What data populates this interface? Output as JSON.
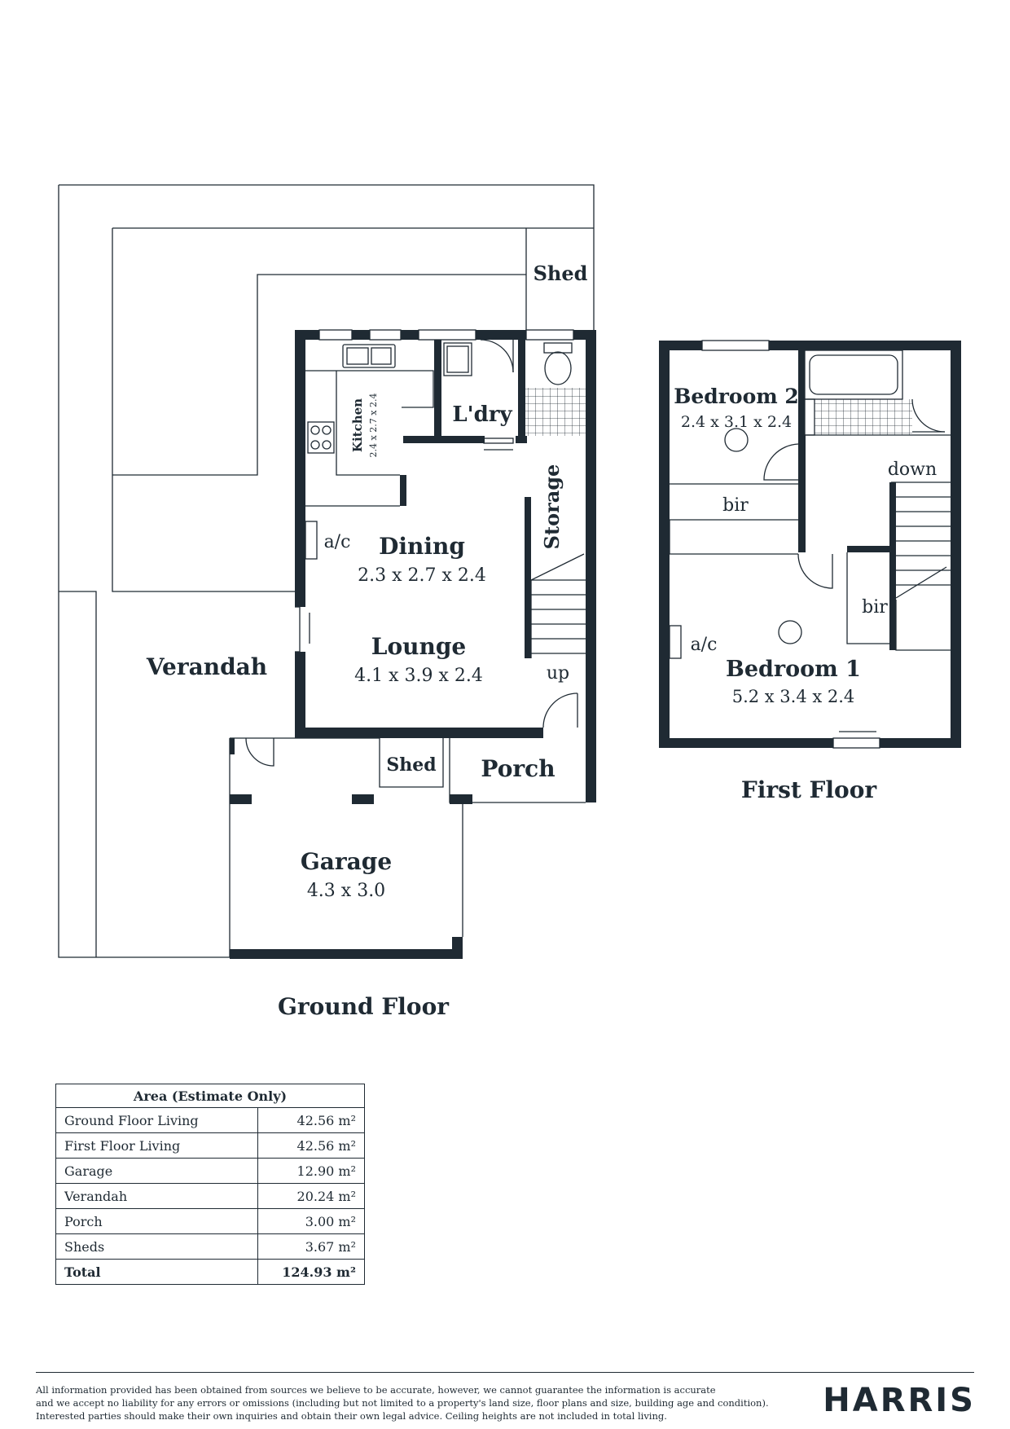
{
  "ground_floor": {
    "title": "Ground Floor",
    "rooms": {
      "shed_top": {
        "name": "Shed"
      },
      "kitchen": {
        "name": "Kitchen",
        "dims": "2.4 x 2.7 x 2.4"
      },
      "laundry": {
        "name": "L'dry"
      },
      "storage": {
        "name": "Storage"
      },
      "dining": {
        "name": "Dining",
        "dims": "2.3 x 2.7 x 2.4"
      },
      "lounge": {
        "name": "Lounge",
        "dims": "4.1 x 3.9 x 2.4"
      },
      "verandah": {
        "name": "Verandah"
      },
      "shed_small": {
        "name": "Shed"
      },
      "porch": {
        "name": "Porch"
      },
      "garage": {
        "name": "Garage",
        "dims": "4.3 x 3.0"
      }
    },
    "labels": {
      "ac": "a/c",
      "up": "up"
    }
  },
  "first_floor": {
    "title": "First Floor",
    "rooms": {
      "bedroom2": {
        "name": "Bedroom 2",
        "dims": "2.4 x 3.1 x 2.4"
      },
      "bedroom1": {
        "name": "Bedroom 1",
        "dims": "5.2 x 3.4 x 2.4"
      }
    },
    "labels": {
      "bir_top": "bir",
      "bir_side": "bir",
      "down": "down",
      "ac": "a/c"
    }
  },
  "area_table": {
    "heading": "Area (Estimate Only)",
    "rows": [
      {
        "label": "Ground Floor Living",
        "value": "42.56 m²"
      },
      {
        "label": "First Floor Living",
        "value": "42.56 m²"
      },
      {
        "label": "Garage",
        "value": "12.90 m²"
      },
      {
        "label": "Verandah",
        "value": "20.24 m²"
      },
      {
        "label": "Porch",
        "value": "3.00 m²"
      },
      {
        "label": "Sheds",
        "value": "3.67 m²"
      }
    ],
    "total": {
      "label": "Total",
      "value": "124.93 m²"
    }
  },
  "footer": {
    "disclaimer": [
      "All information provided has been obtained from sources we believe to be accurate, however, we cannot guarantee the information is accurate",
      "and we accept no liability for any errors or omissions (including but not  limited to a property's land size, floor plans and size, building age and condition).",
      "Interested parties should make their own inquiries and obtain their own legal advice. Ceiling heights are not included in total living."
    ],
    "brand": "HARRIS"
  },
  "colors": {
    "wall": "#1f2a33",
    "line": "#1f2a33",
    "background": "#ffffff"
  }
}
